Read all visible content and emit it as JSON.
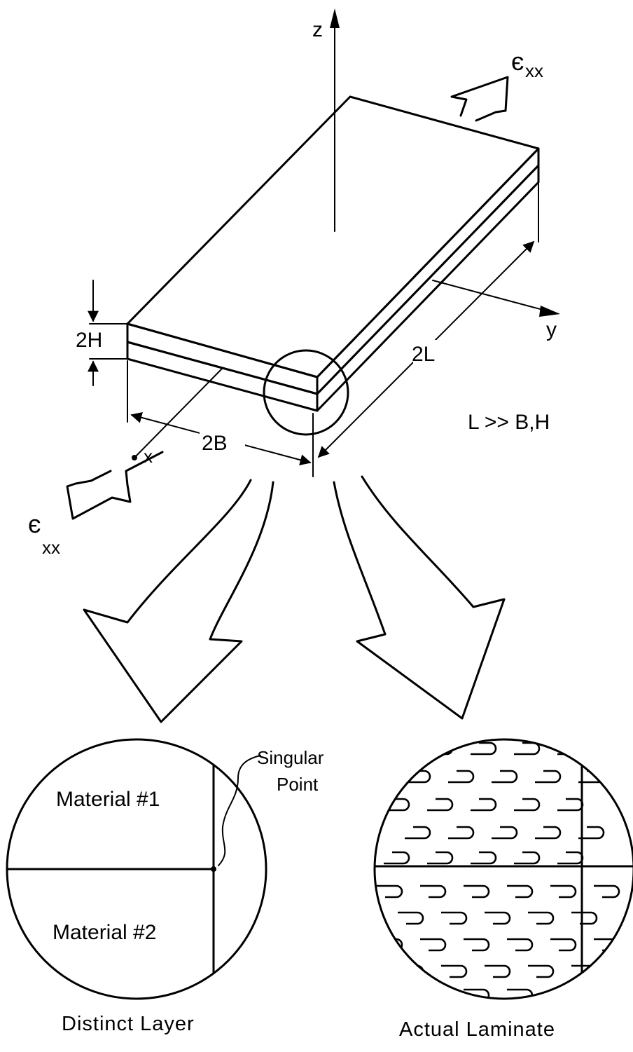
{
  "labels": {
    "z": "z",
    "y": "y",
    "x": "x",
    "exx_top": "є",
    "exx_top_sub": "xx",
    "exx_bottom": "є",
    "exx_bottom_sub": "xx",
    "twoH": "2H",
    "twoL": "2L",
    "twoB": "2B",
    "condition": "L >> B,H",
    "singular_point_line1": "Singular",
    "singular_point_line2": "Point",
    "material1": "Material #1",
    "material2": "Material #2",
    "caption_left": "Distinct Layer",
    "caption_right": "Actual Laminate"
  }
}
